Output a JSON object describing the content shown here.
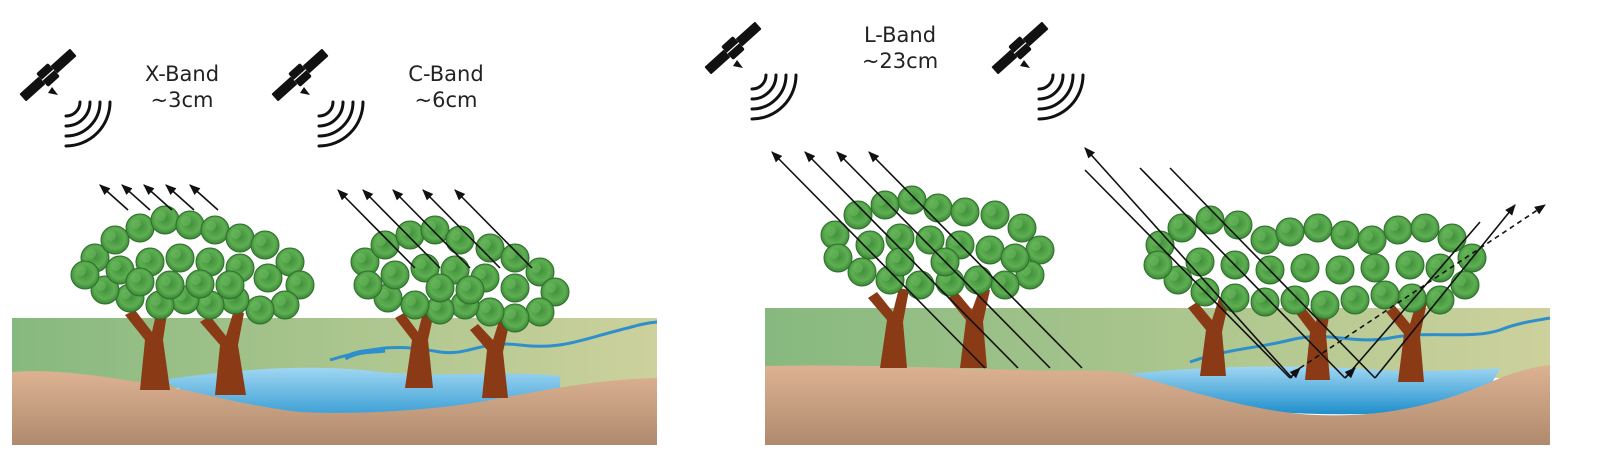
{
  "panels": [
    {
      "id": "x",
      "band": "X-Band",
      "wavelength": "~3cm"
    },
    {
      "id": "c",
      "band": "C-Band",
      "wavelength": "~6cm"
    },
    {
      "id": "l",
      "band": "L-Band",
      "wavelength": "~23cm"
    }
  ],
  "colors": {
    "soil": "#d8ae8c",
    "soil_deep": "#b78f72",
    "grass": "#8fbe86",
    "grass_dry": "#c8cf9a",
    "water": "#7fc6ea",
    "water_deep": "#2e9ad0",
    "canopy": "#4a9a44",
    "canopy_dark": "#2f7a30",
    "trunk": "#8a3a14",
    "satellite": "#111111"
  },
  "icons": [
    "satellite-icon",
    "radar-wave-icon",
    "tree-icon",
    "scatter-arrow-icon"
  ]
}
